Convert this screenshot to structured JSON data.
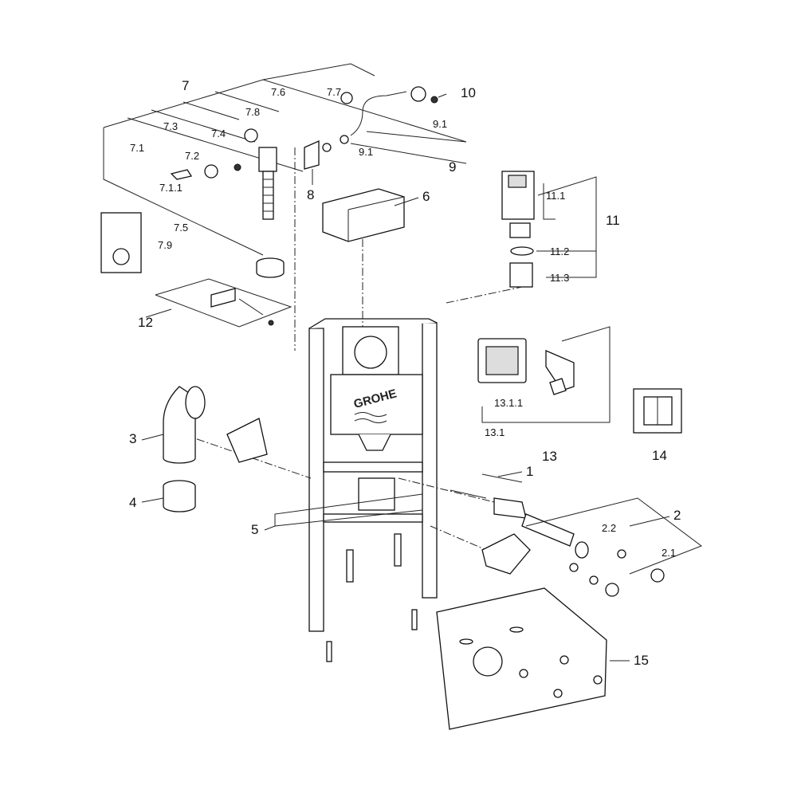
{
  "diagram": {
    "logo": "GROHE",
    "labels": {
      "l7": "7",
      "l7_6": "7.6",
      "l7_7": "7.7",
      "l7_8": "7.8",
      "l10": "10",
      "l7_3": "7.3",
      "l7_4": "7.4",
      "l9_1a": "9.1",
      "l9_1b": "9.1",
      "l9": "9",
      "l7_1": "7.1",
      "l7_2": "7.2",
      "l7_1_1": "7.1.1",
      "l8": "8",
      "l6": "6",
      "l11_1": "11.1",
      "l11": "11",
      "l11_2": "11.2",
      "l11_3": "11.3",
      "l7_5": "7.5",
      "l7_9": "7.9",
      "l12": "12",
      "l13_1_1": "13.1.1",
      "l13_1": "13.1",
      "l13": "13",
      "l14": "14",
      "l3": "3",
      "l4": "4",
      "l1": "1",
      "l5": "5",
      "l2": "2",
      "l2_2": "2.2",
      "l2_1": "2.1",
      "l15": "15"
    }
  }
}
